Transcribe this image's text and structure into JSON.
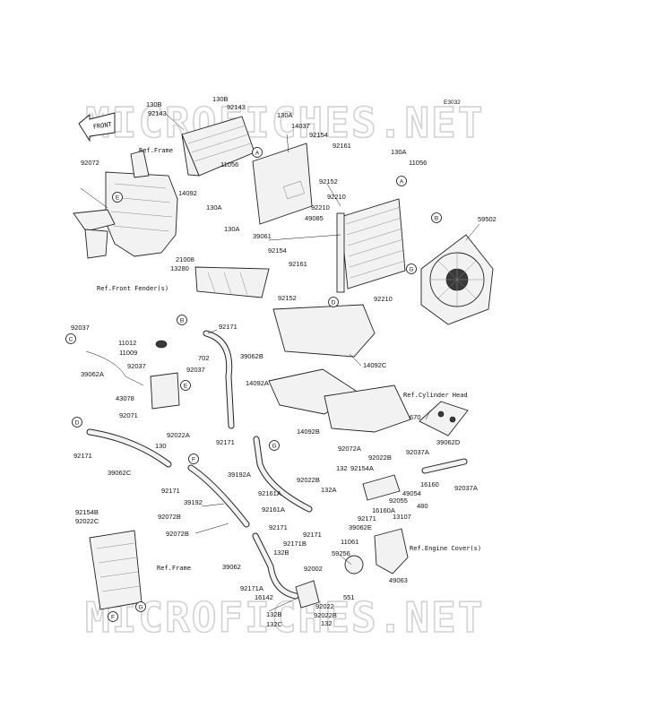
{
  "diagram_code": "E3032",
  "watermark": "MICROFICHES.NET",
  "front_label": "FRONT",
  "ref_labels": {
    "frame_top": "Ref.Frame",
    "front_fender": "Ref.Front Fender(s)",
    "cylinder_head": "Ref.Cylinder Head",
    "engine_cover": "Ref.Engine Cover(s)",
    "frame_bottom": "Ref.Frame"
  },
  "callouts": [
    "A",
    "B",
    "C",
    "D",
    "E",
    "F",
    "G"
  ],
  "part_labels": [
    {
      "id": "p1",
      "text": "130B"
    },
    {
      "id": "p2",
      "text": "130B"
    },
    {
      "id": "p3",
      "text": "92143"
    },
    {
      "id": "p4",
      "text": "92143"
    },
    {
      "id": "p5",
      "text": "130A"
    },
    {
      "id": "p6",
      "text": "14037"
    },
    {
      "id": "p7",
      "text": "92154"
    },
    {
      "id": "p8",
      "text": "92161"
    },
    {
      "id": "p9",
      "text": "130A"
    },
    {
      "id": "p10",
      "text": "11056"
    },
    {
      "id": "p11",
      "text": "92072"
    },
    {
      "id": "p12",
      "text": "11056"
    },
    {
      "id": "p13",
      "text": "92152"
    },
    {
      "id": "p14",
      "text": "14092"
    },
    {
      "id": "p15",
      "text": "92210"
    },
    {
      "id": "p16",
      "text": "92210"
    },
    {
      "id": "p17",
      "text": "130A"
    },
    {
      "id": "p18",
      "text": "49085"
    },
    {
      "id": "p19",
      "text": "130A"
    },
    {
      "id": "p20",
      "text": "59502"
    },
    {
      "id": "p21",
      "text": "39061"
    },
    {
      "id": "p22",
      "text": "92154"
    },
    {
      "id": "p23",
      "text": "21008"
    },
    {
      "id": "p24",
      "text": "92161"
    },
    {
      "id": "p25",
      "text": "13280"
    },
    {
      "id": "p26",
      "text": "92152"
    },
    {
      "id": "p27",
      "text": "92210"
    },
    {
      "id": "p28",
      "text": "92037"
    },
    {
      "id": "p29",
      "text": "92171"
    },
    {
      "id": "p30",
      "text": "11012"
    },
    {
      "id": "p31",
      "text": "39062B"
    },
    {
      "id": "p32",
      "text": "11009"
    },
    {
      "id": "p33",
      "text": "702"
    },
    {
      "id": "p34",
      "text": "92037"
    },
    {
      "id": "p35",
      "text": "92037"
    },
    {
      "id": "p36",
      "text": "39062A"
    },
    {
      "id": "p37",
      "text": "14092C"
    },
    {
      "id": "p38",
      "text": "43078"
    },
    {
      "id": "p39",
      "text": "14092A"
    },
    {
      "id": "p40",
      "text": "92071"
    },
    {
      "id": "p41",
      "text": "92022A"
    },
    {
      "id": "p42",
      "text": "130"
    },
    {
      "id": "p43",
      "text": "14092B"
    },
    {
      "id": "p44",
      "text": "670"
    },
    {
      "id": "p45",
      "text": "92171"
    },
    {
      "id": "p46",
      "text": "92072A"
    },
    {
      "id": "p47",
      "text": "92037A"
    },
    {
      "id": "p48",
      "text": "39062D"
    },
    {
      "id": "p49",
      "text": "92171"
    },
    {
      "id": "p50",
      "text": "92022B"
    },
    {
      "id": "p51",
      "text": "39062C"
    },
    {
      "id": "p52",
      "text": "132"
    },
    {
      "id": "p53",
      "text": "92154A"
    },
    {
      "id": "p54",
      "text": "39192A"
    },
    {
      "id": "p55",
      "text": "92022B"
    },
    {
      "id": "p56",
      "text": "16160"
    },
    {
      "id": "p57",
      "text": "92037A"
    },
    {
      "id": "p58",
      "text": "92171"
    },
    {
      "id": "p59",
      "text": "132A"
    },
    {
      "id": "p60",
      "text": "49054"
    },
    {
      "id": "p61",
      "text": "39192"
    },
    {
      "id": "p62",
      "text": "92161A"
    },
    {
      "id": "p63",
      "text": "92055"
    },
    {
      "id": "p64",
      "text": "16160A"
    },
    {
      "id": "p65",
      "text": "480"
    },
    {
      "id": "p66",
      "text": "92161A"
    },
    {
      "id": "p67",
      "text": "92171"
    },
    {
      "id": "p68",
      "text": "13107"
    },
    {
      "id": "p69",
      "text": "92154B"
    },
    {
      "id": "p70",
      "text": "92022C"
    },
    {
      "id": "p71",
      "text": "92072B"
    },
    {
      "id": "p72",
      "text": "92171"
    },
    {
      "id": "p73",
      "text": "39062E"
    },
    {
      "id": "p74",
      "text": "92072B"
    },
    {
      "id": "p75",
      "text": "92171"
    },
    {
      "id": "p76",
      "text": "11061"
    },
    {
      "id": "p77",
      "text": "92171B"
    },
    {
      "id": "p78",
      "text": "132B"
    },
    {
      "id": "p79",
      "text": "59256"
    },
    {
      "id": "p80",
      "text": "49063"
    },
    {
      "id": "p81",
      "text": "39062"
    },
    {
      "id": "p82",
      "text": "92002"
    },
    {
      "id": "p83",
      "text": "92171A"
    },
    {
      "id": "p84",
      "text": "16142"
    },
    {
      "id": "p85",
      "text": "92022"
    },
    {
      "id": "p86",
      "text": "551"
    },
    {
      "id": "p87",
      "text": "132B"
    },
    {
      "id": "p88",
      "text": "92022B"
    },
    {
      "id": "p89",
      "text": "132C"
    },
    {
      "id": "p90",
      "text": "132"
    }
  ]
}
